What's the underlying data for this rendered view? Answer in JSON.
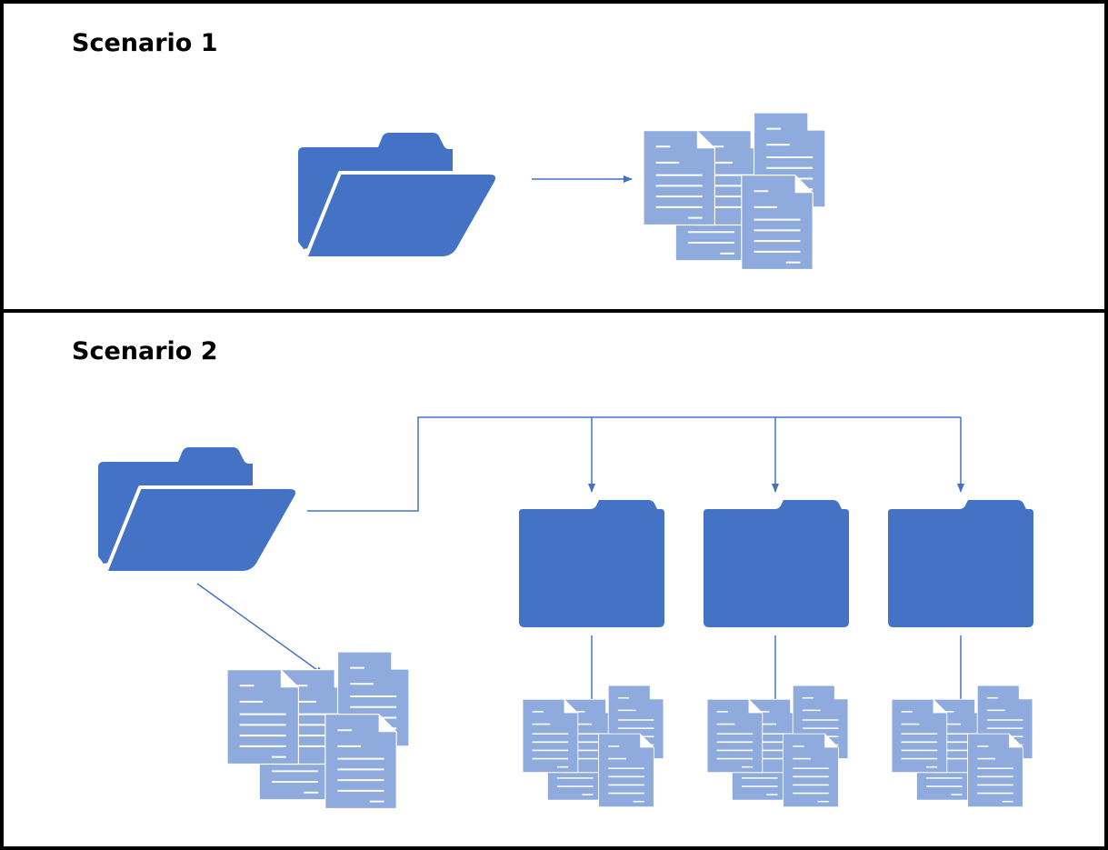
{
  "colors": {
    "folder": "#4472C4",
    "document": "#8FAADC",
    "document_line": "#ffffff",
    "connector": "#4472C4",
    "border": "#000000"
  },
  "scenario1": {
    "title": "Scenario 1",
    "folder_icon": "open-folder-icon",
    "documents_icon": "document-stack-icon"
  },
  "scenario2": {
    "title": "Scenario 2",
    "folder_icon": "open-folder-icon",
    "subfolder_icon": "closed-folder-icon",
    "documents_icon": "document-stack-icon",
    "subfolder_count": 3
  }
}
